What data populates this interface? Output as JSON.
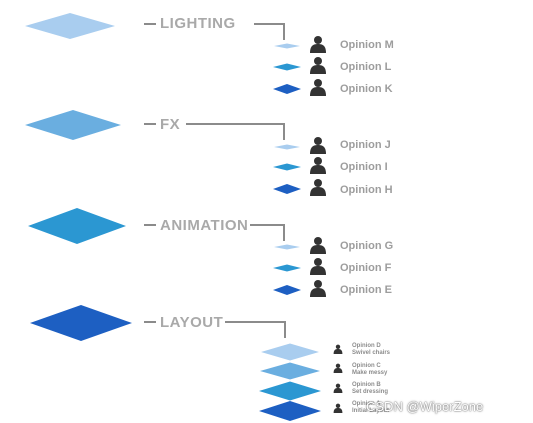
{
  "colors": {
    "lighting": "#a9cdef",
    "fx": "#6aaee0",
    "animation": "#2b97d2",
    "layout": "#1d5fc2",
    "line": "#8b8b8b",
    "text": "#a9a9a9",
    "person": "#333333"
  },
  "sections": [
    {
      "label": "LIGHTING",
      "opinions": [
        "Opinion M",
        "Opinion L",
        "Opinion K"
      ]
    },
    {
      "label": "FX",
      "opinions": [
        "Opinion J",
        "Opinion I",
        "Opinion H"
      ]
    },
    {
      "label": "ANIMATION",
      "opinions": [
        "Opinion G",
        "Opinion F",
        "Opinion E"
      ]
    },
    {
      "label": "LAYOUT"
    }
  ],
  "layout_opinions": [
    {
      "title": "Opinion D",
      "note": "Swivel chairs"
    },
    {
      "title": "Opinion C",
      "note": "Make messy"
    },
    {
      "title": "Opinion B",
      "note": "Set dressing"
    },
    {
      "title": "Opinion A",
      "note": "Initial Layout"
    }
  ],
  "icon": "person-icon",
  "watermark": "CSDN @WiperZone"
}
